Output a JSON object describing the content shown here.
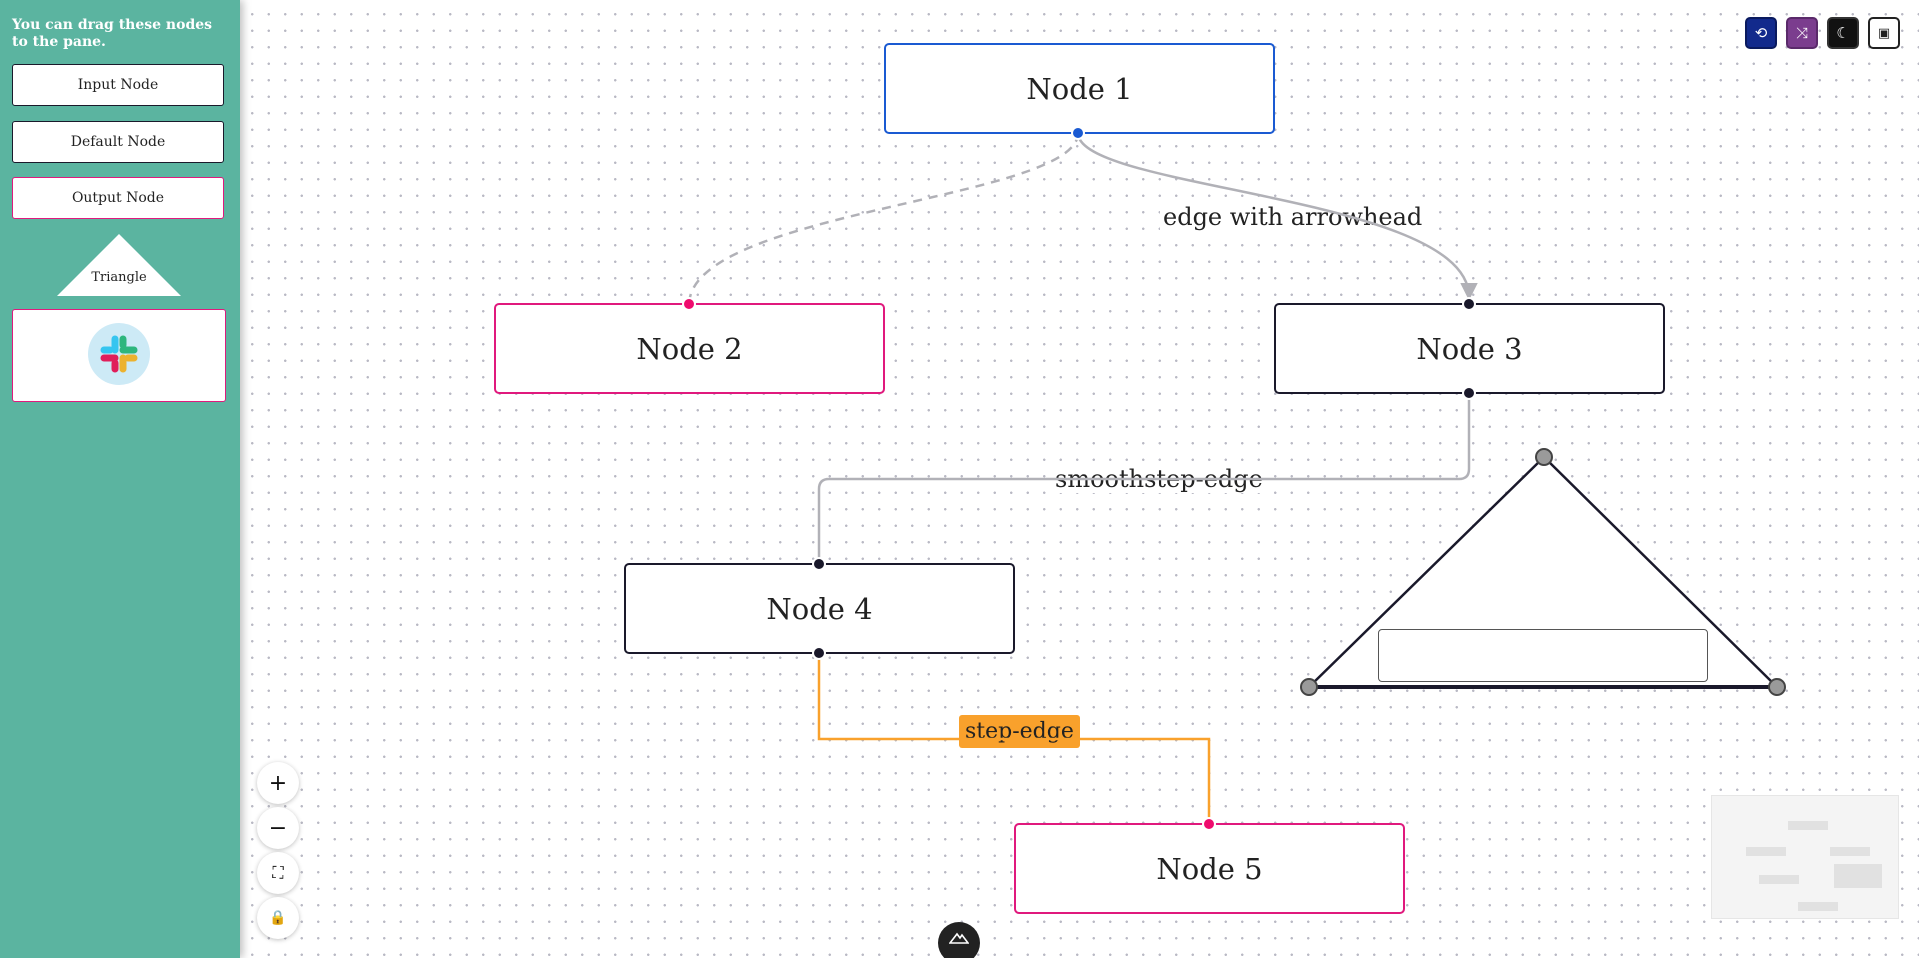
{
  "sidebar": {
    "title": "You can drag these nodes to the pane.",
    "items": [
      {
        "label": "Input Node"
      },
      {
        "label": "Default Node"
      },
      {
        "label": "Output Node"
      },
      {
        "label": "Triangle"
      },
      {
        "label": "",
        "icon": "slack-logo-icon"
      }
    ]
  },
  "nodes": {
    "node1": "Node 1",
    "node2": "Node 2",
    "node3": "Node 3",
    "node4": "Node 4",
    "node5": "Node 5"
  },
  "edges": {
    "arrowhead_label": "edge with arrowhead",
    "smoothstep_label": "smoothstep-edge",
    "step_label": "step-edge"
  },
  "colors": {
    "sidebar": "#5bb4a0",
    "input_handle": "#1a5ad2",
    "output_border": "#e0197d",
    "step_edge": "#f9a12c",
    "edge_gray": "#b1b1b7"
  },
  "toolbar": {
    "icons": [
      "refresh-icon",
      "shuffle-icon",
      "moon-icon",
      "terminal-icon"
    ]
  },
  "controls": {
    "icons": [
      "zoom-in-icon",
      "zoom-out-icon",
      "fit-view-icon",
      "lock-icon"
    ]
  }
}
